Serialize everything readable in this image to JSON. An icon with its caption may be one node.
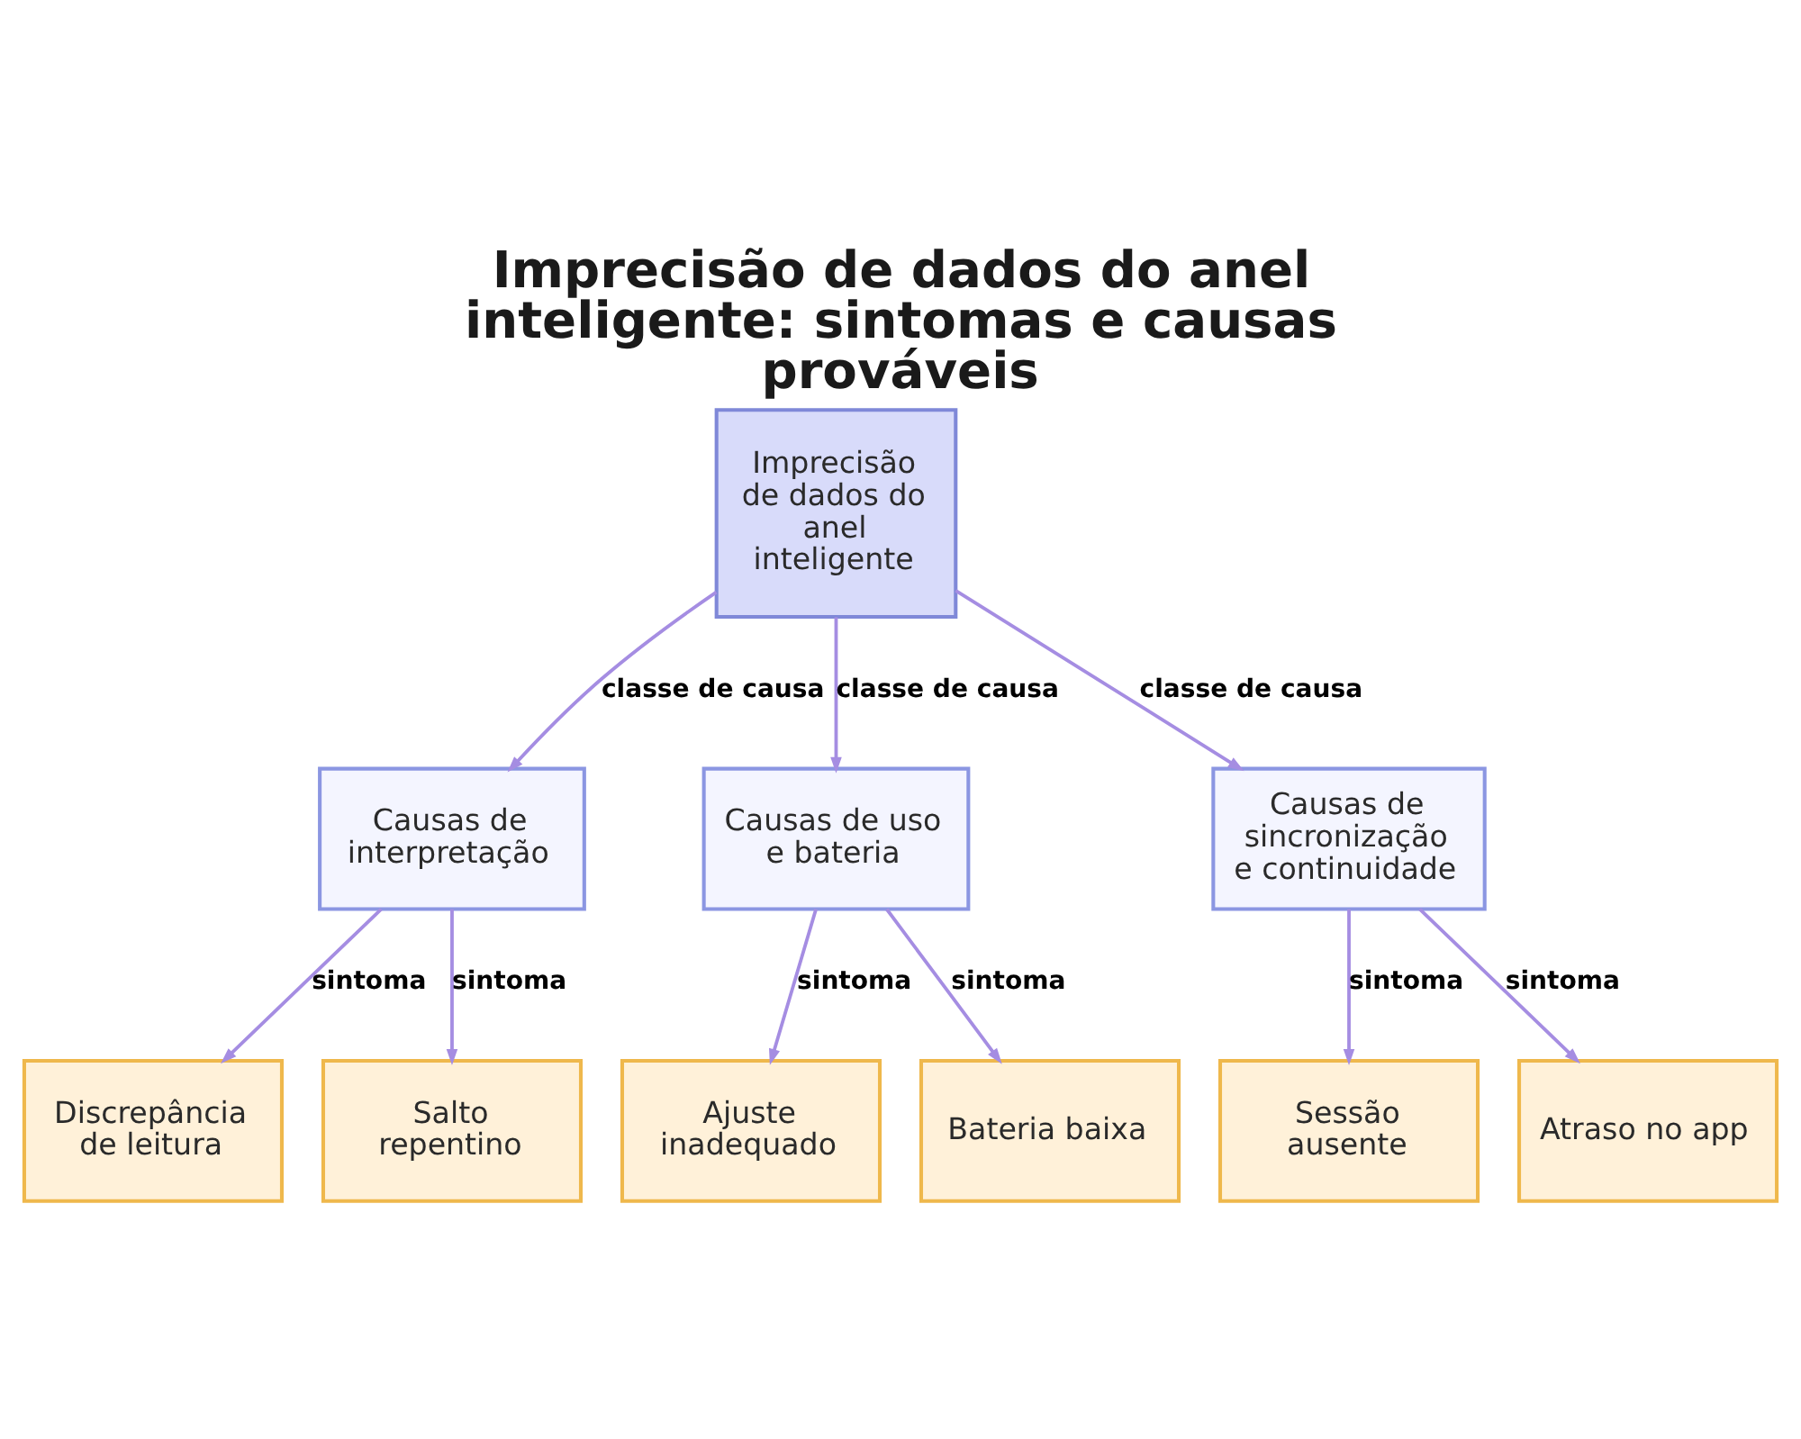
{
  "diagram": {
    "title": "Imprecisão de dados do anel inteligente: sintomas e causas prováveis",
    "nodes": [
      {
        "text": [
          "Imprecisão de dados do anel inteligente"
        ]
      },
      {
        "text": [
          "Causas de interpretação"
        ]
      },
      {
        "text": [
          "Causas de uso e bateria"
        ]
      },
      {
        "text": [
          "Causas de sincronização e continuidade"
        ]
      },
      {
        "text": [
          "Discrepância de leitura"
        ]
      },
      {
        "text": [
          "Salto repentino"
        ]
      },
      {
        "text": [
          "Ajuste inadequado"
        ]
      },
      {
        "text": [
          "Bateria baixa"
        ]
      },
      {
        "text": [
          "Sessão ausente"
        ]
      },
      {
        "text": [
          "Atraso no app"
        ]
      }
    ],
    "edges": [
      {
        "from": 0,
        "to": 1,
        "arrow": "to",
        "label": "classe de causa"
      },
      {
        "from": 0,
        "to": 2,
        "arrow": "to",
        "label": "classe de causa"
      },
      {
        "from": 0,
        "to": 3,
        "arrow": "to",
        "label": "classe de causa"
      },
      {
        "from": 1,
        "to": 4,
        "arrow": "to",
        "label": "sintoma"
      },
      {
        "from": 1,
        "to": 5,
        "arrow": "to",
        "label": "sintoma"
      },
      {
        "from": 2,
        "to": 6,
        "arrow": "to",
        "label": "sintoma"
      },
      {
        "from": 2,
        "to": 7,
        "arrow": "to",
        "label": "sintoma"
      },
      {
        "from": 3,
        "to": 8,
        "arrow": "to",
        "label": "sintoma"
      },
      {
        "from": 3,
        "to": 9,
        "arrow": "to",
        "label": "sintoma"
      }
    ]
  }
}
